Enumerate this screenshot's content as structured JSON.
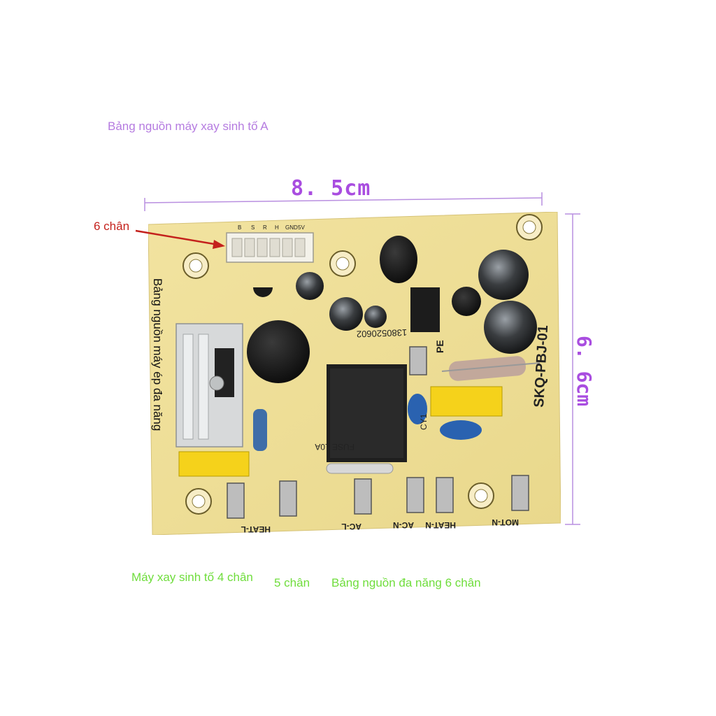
{
  "labels": {
    "title_top": "Bảng nguồn máy xay sinh tố A",
    "width_dim": "8. 5cm",
    "height_dim": "6. 6cm",
    "pin_6": "6 chân",
    "side_label": "Bảng nguồn máy ép đa năng",
    "bottom_left": "Máy xay sinh tố 4 chân",
    "bottom_mid": "5 chân",
    "bottom_right": "Bảng nguồn đa năng 6 chân"
  },
  "board": {
    "model": "SKQ-PBJ-01",
    "serial": "1380520602",
    "fuse": "FUSE 10A",
    "pe": "PE",
    "cy1": "CY1",
    "terminals": [
      "HEAT-L",
      "AC-L",
      "AC-N",
      "HEAT-N",
      "MOT-N"
    ],
    "connector_pins": [
      "B",
      "S",
      "R",
      "H",
      "GND",
      "5V"
    ],
    "colors": {
      "pcb": "#efe09a",
      "dimension_lines": "#a94de0",
      "arrow": "#c4211c",
      "green_text": "#6fdd3c"
    }
  }
}
